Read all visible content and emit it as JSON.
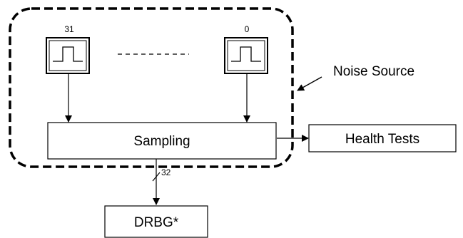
{
  "diagram": {
    "osc_left_label": "31",
    "osc_right_label": "0",
    "sampling_label": "Sampling",
    "bus_width_label": "32",
    "noise_source_label": "Noise Source",
    "health_tests_label": "Health Tests",
    "drbg_label": "DRBG*"
  }
}
